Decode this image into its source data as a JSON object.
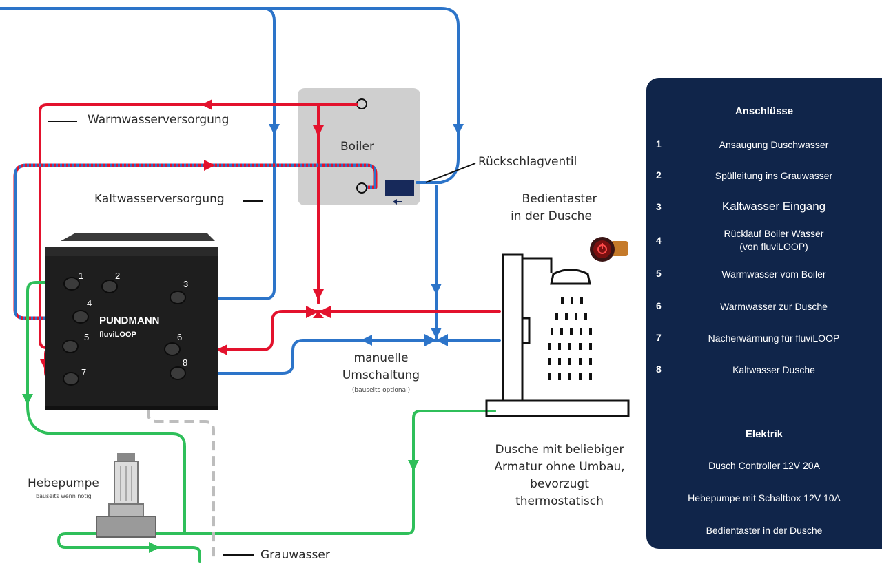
{
  "labels": {
    "warmwasser": "Warmwasserversorgung",
    "kaltwasser": "Kaltwasserversorgung",
    "boiler": "Boiler",
    "rueckschlag": "Rückschlagventil",
    "bedientaster_1": "Bedientaster",
    "bedientaster_2": "in der Dusche",
    "manuelle_1": "manuelle",
    "manuelle_2": "Umschaltung",
    "manuelle_3": "(bauseits optional)",
    "dusche_1": "Dusche mit beliebiger",
    "dusche_2": "Armatur ohne Umbau,",
    "dusche_3": "bevorzugt",
    "dusche_4": "thermostatisch",
    "hebepumpe": "Hebepumpe",
    "hebepumpe_sub": "bauseits wenn nötig",
    "grauwasser": "Grauwasser"
  },
  "unit": {
    "brand": "PUNDMANN",
    "model": "fluviLOOP",
    "ports": [
      "1",
      "2",
      "3",
      "4",
      "5",
      "6",
      "7",
      "8"
    ]
  },
  "legend": {
    "title": "Anschlüsse",
    "items": [
      {
        "num": "1",
        "text": "Ansaugung Duschwasser"
      },
      {
        "num": "2",
        "text": "Spülleitung ins Grauwasser"
      },
      {
        "num": "3",
        "text": "Kaltwasser Eingang"
      },
      {
        "num": "4",
        "text": "Rücklauf Boiler Wasser (von fluviLOOP)"
      },
      {
        "num": "5",
        "text": "Warmwasser vom Boiler"
      },
      {
        "num": "6",
        "text": "Warmwasser zur Dusche"
      },
      {
        "num": "7",
        "text": "Nacherwärmung für fluviLOOP"
      },
      {
        "num": "8",
        "text": "Kaltwasser Dusche"
      }
    ],
    "elektrik_title": "Elektrik",
    "elektrik": [
      "Dusch Controller 12V 20A",
      "Hebepumpe mit Schaltbox 12V 10A",
      "Bedientaster in der Dusche"
    ]
  },
  "colors": {
    "hot": "#e3122d",
    "cold": "#2c74c9",
    "grey_water": "#2fbf5a",
    "drain": "#bdbdbd",
    "panel": "#10254a",
    "boiler": "#cfcfcf",
    "unit_body": "#1e1e1e"
  }
}
